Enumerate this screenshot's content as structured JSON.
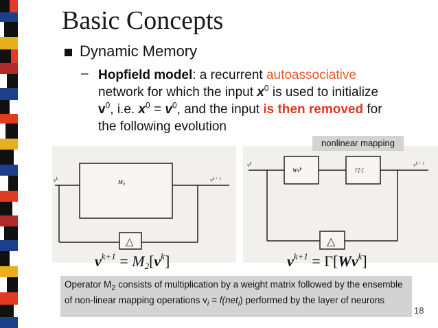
{
  "title": "Basic Concepts",
  "bullet": "Dynamic Memory",
  "sub": {
    "dash": "–",
    "p1_bold": "Hopfield model",
    "p1_a": ": a recurrent ",
    "p1_orange": "autoassociative",
    "p2_a": "network for which the input ",
    "x": "x",
    "zero": "0",
    "p2_b": " is used to initialize",
    "v": "v",
    "p3_a": ", i.e. ",
    "p3_eq": " = ",
    "p3_b": ", and the input ",
    "p3_red": "is then removed",
    "p3_c": " for",
    "p4": "the following evolution"
  },
  "mapping_label": "nonlinear mapping",
  "left_diagram": {
    "in": "v",
    "in_sup": "k",
    "out": "v",
    "out_sup": "k + 1",
    "block": "M",
    "block_sub": "2",
    "delay": "△"
  },
  "right_diagram": {
    "in": "v",
    "in_sup": "k",
    "out": "v",
    "out_sup": "k + 1",
    "block1": "Wv",
    "block1_sup": "k",
    "block2": "Γ[·]",
    "delay": "△"
  },
  "eq_left": {
    "v": "v",
    "sup1": "k+1",
    "eq": "=",
    "M": "M",
    "sub": "2",
    "lb": "[",
    "v2": "v",
    "sup2": "k",
    "rb": "]"
  },
  "eq_right": {
    "v": "v",
    "sup1": "k+1",
    "eq": "=",
    "G": "Γ",
    "lb": "[",
    "W": "Wv",
    "sup2": "k",
    "rb": "]"
  },
  "note": {
    "a": "Operator M",
    "sub": "2",
    "b": " consists of multiplication by a weight matrix followed by the ensemble of non-linear mapping operations v",
    "i": "i",
    "c": " = f(net",
    "i2": "i",
    "d": ") performed by the layer of neurons"
  },
  "page_number": "18",
  "colors": {
    "accent_orange": "#e8572a",
    "accent_red": "#e03a1c"
  }
}
